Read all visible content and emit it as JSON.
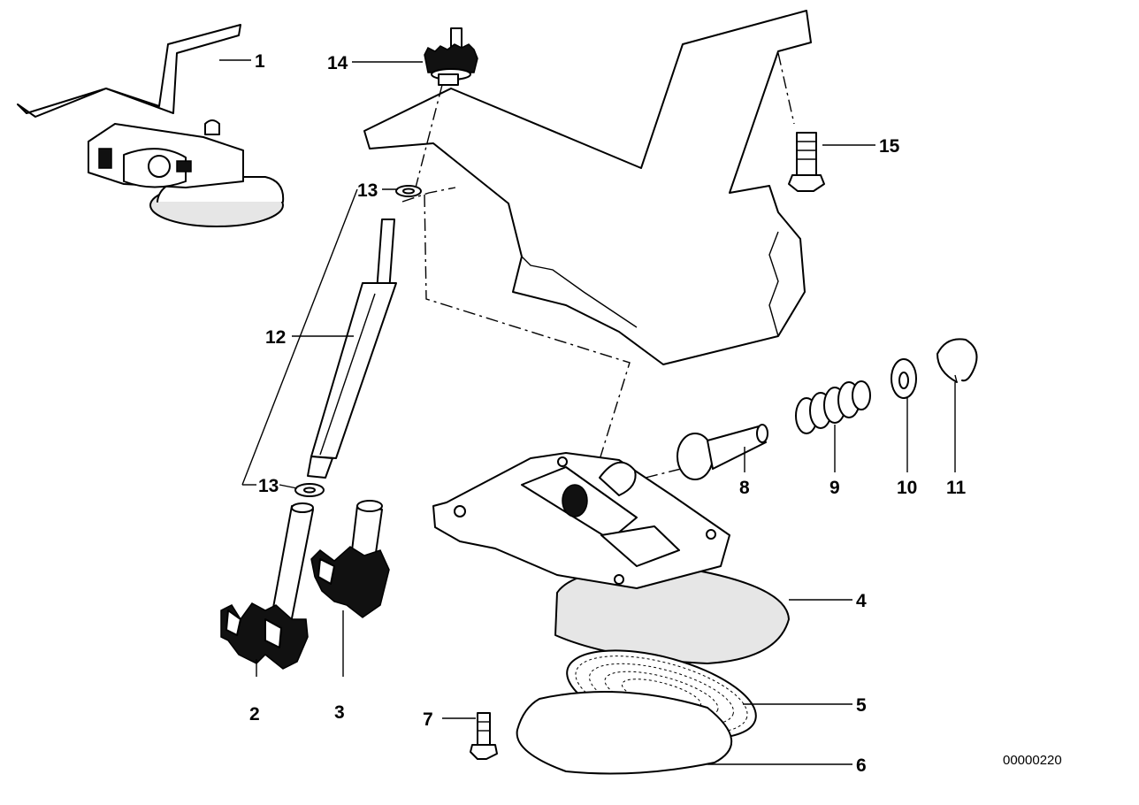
{
  "diagram": {
    "reference_code": "00000220",
    "callouts": [
      {
        "id": "c1",
        "label": "1"
      },
      {
        "id": "c2",
        "label": "2"
      },
      {
        "id": "c3",
        "label": "3"
      },
      {
        "id": "c4",
        "label": "4"
      },
      {
        "id": "c5",
        "label": "5"
      },
      {
        "id": "c6",
        "label": "6"
      },
      {
        "id": "c7",
        "label": "7"
      },
      {
        "id": "c8",
        "label": "8"
      },
      {
        "id": "c9",
        "label": "9"
      },
      {
        "id": "c10",
        "label": "10"
      },
      {
        "id": "c11",
        "label": "11"
      },
      {
        "id": "c12",
        "label": "12"
      },
      {
        "id": "c13a",
        "label": "13"
      },
      {
        "id": "c13b",
        "label": "13"
      },
      {
        "id": "c14",
        "label": "14"
      },
      {
        "id": "c15",
        "label": "15"
      }
    ]
  }
}
